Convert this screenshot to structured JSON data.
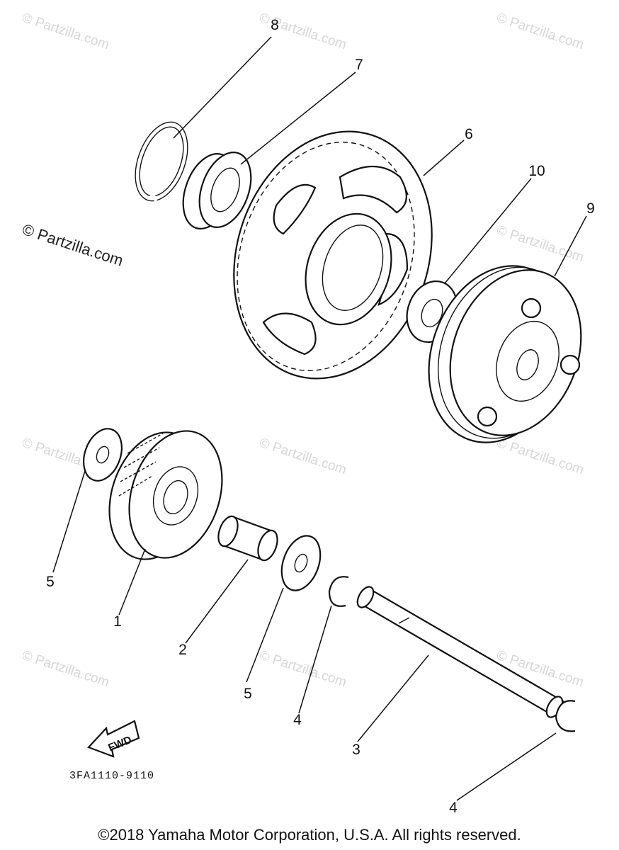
{
  "watermark": {
    "faint_text": "© Partzilla.com",
    "strong_text": "© Partzilla.com"
  },
  "parts": {
    "c1": "1",
    "c2": "2",
    "c3": "3",
    "c4a": "4",
    "c4b": "4",
    "c5a": "5",
    "c5b": "5",
    "c6": "6",
    "c7": "7",
    "c8": "8",
    "c9": "9",
    "c10": "10"
  },
  "direction_arrow": {
    "label": "FWD"
  },
  "diagram_code": "3FA1110-9110",
  "footer": {
    "copyright": "©2018 Yamaha Motor Corporation, U.S.A. All rights reserved."
  },
  "colors": {
    "line": "#111111",
    "watermark": "#d6d6d6",
    "background": "#ffffff"
  }
}
